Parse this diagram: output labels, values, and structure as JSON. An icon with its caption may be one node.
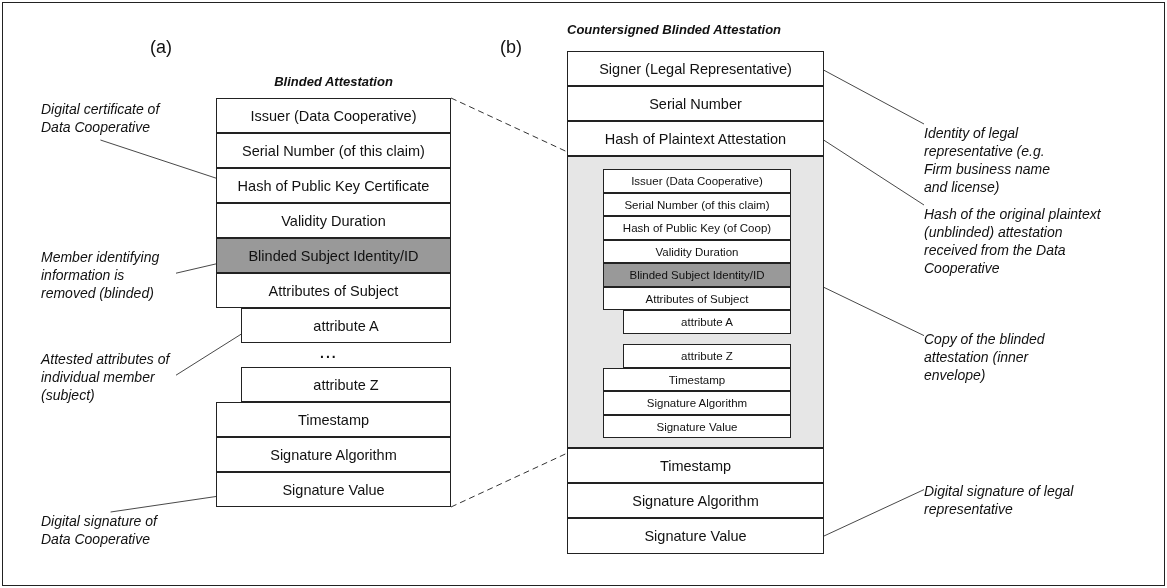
{
  "diagram": {
    "nodes": [
      {
        "text": [
          "Blinded Attestation"
        ]
      },
      {
        "text": [
          "Issuer (Data Cooperative)"
        ],
        "in": 0
      },
      {
        "text": [
          "Serial Number (of this claim)"
        ],
        "in": 0
      },
      {
        "text": [
          "Hash of Public Key Certificate"
        ],
        "in": 0
      },
      {
        "text": [
          "Validity Duration"
        ],
        "in": 0
      },
      {
        "text": [
          "Blinded Subject Identity/ID"
        ],
        "in": 0
      },
      {
        "text": [
          "Attributes of Subject"
        ],
        "in": 0
      },
      {
        "text": [
          "attribute A"
        ],
        "in": 0
      },
      {
        "text": [
          "attribute Z"
        ],
        "in": 0
      },
      {
        "text": [
          "Timestamp"
        ],
        "in": 0
      },
      {
        "text": [
          "Signature Algorithm"
        ],
        "in": 0
      },
      {
        "text": [
          "Signature Value"
        ],
        "in": 0
      },
      {
        "text": [
          "Digital certificate of Data Cooperative"
        ]
      },
      {
        "text": [
          "Member identifying information is removed (blinded)"
        ]
      },
      {
        "text": [
          "Attested attributes of individual member (subject)"
        ]
      },
      {
        "text": [
          "Digital signature of Data Cooperative"
        ]
      },
      {
        "text": [
          "Countersigned Blinded Attestation"
        ]
      },
      {
        "text": [
          "Signer (Legal Representative)"
        ],
        "in": 16
      },
      {
        "text": [
          "Serial Number"
        ],
        "in": 16
      },
      {
        "text": [
          "Hash of Plaintext Attestation"
        ],
        "in": 16
      },
      {
        "text": [],
        "shape": "box",
        "in": 16
      },
      {
        "text": [
          "Issuer (Data Cooperative)"
        ],
        "in": 20
      },
      {
        "text": [
          "Serial Number (of this claim)"
        ],
        "in": 20
      },
      {
        "text": [
          "Hash of Public Key (of Coop)"
        ],
        "in": 20
      },
      {
        "text": [
          "Validity Duration"
        ],
        "in": 20
      },
      {
        "text": [
          "Blinded Subject Identity/ID"
        ],
        "in": 20
      },
      {
        "text": [
          "Attributes of Subject"
        ],
        "in": 20
      },
      {
        "text": [
          "attribute A"
        ],
        "in": 20
      },
      {
        "text": [
          "attribute Z"
        ],
        "in": 20
      },
      {
        "text": [
          "Timestamp"
        ],
        "in": 20
      },
      {
        "text": [
          "Signature Algorithm"
        ],
        "in": 20
      },
      {
        "text": [
          "Signature Value"
        ],
        "in": 20
      },
      {
        "text": [
          "Timestamp"
        ],
        "in": 16
      },
      {
        "text": [
          "Signature Algorithm"
        ],
        "in": 16
      },
      {
        "text": [
          "Signature Value"
        ],
        "in": 16
      },
      {
        "text": [
          "Identity of legal representative (e.g. Firm business name and license)"
        ]
      },
      {
        "text": [
          "Hash of the original plaintext (unblinded) attestation received from the Data Cooperative"
        ]
      },
      {
        "text": [
          "Copy of the blinded attestation (inner envelope)"
        ]
      },
      {
        "text": [
          "Digital signature of legal representative"
        ]
      }
    ],
    "edges": [
      {
        "from": 12,
        "to": 3,
        "arrow": "none"
      },
      {
        "from": 13,
        "to": 5,
        "arrow": "none"
      },
      {
        "from": 14,
        "to": 7,
        "arrow": "none"
      },
      {
        "from": 15,
        "to": 11,
        "arrow": "none"
      },
      {
        "from": 1,
        "to": 21,
        "arrow": "none",
        "style": "dashed"
      },
      {
        "from": 11,
        "to": 31,
        "arrow": "none",
        "style": "dashed"
      },
      {
        "from": 35,
        "to": 17,
        "arrow": "none"
      },
      {
        "from": 36,
        "to": 19,
        "arrow": "none"
      },
      {
        "from": 37,
        "to": 20,
        "arrow": "none"
      },
      {
        "from": 38,
        "to": 34,
        "arrow": "none"
      }
    ],
    "labels": [
      "(a)",
      "(b)",
      "..."
    ]
  }
}
